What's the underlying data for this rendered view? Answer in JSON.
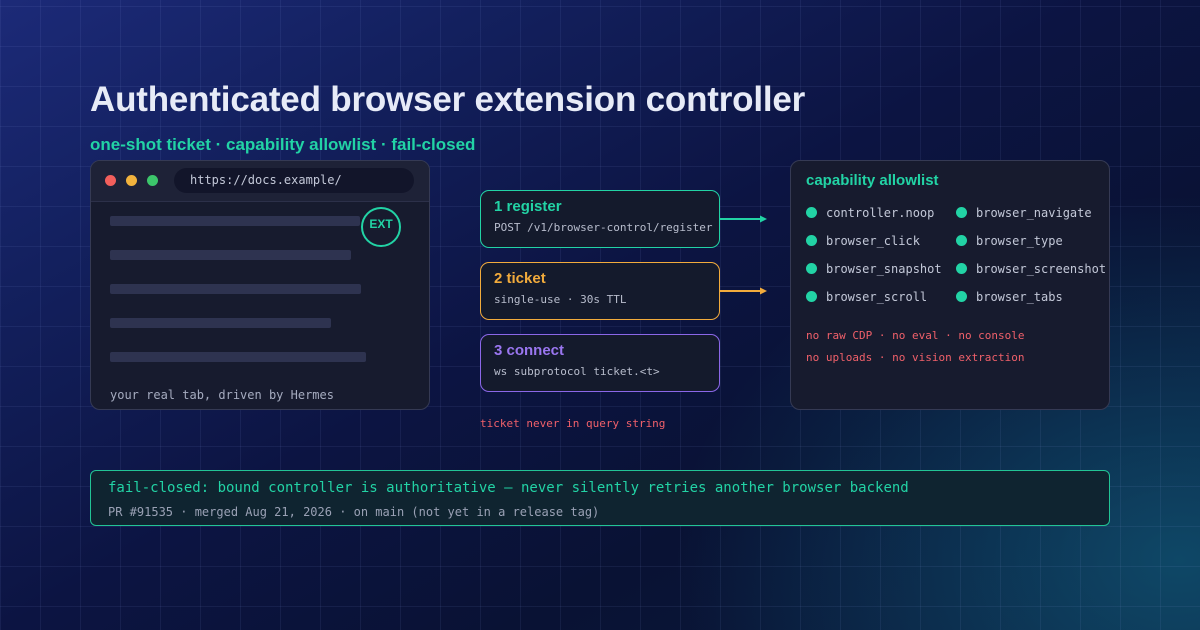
{
  "title": "Authenticated browser extension controller",
  "subtitle": "one-shot ticket · capability allowlist · fail-closed",
  "browser": {
    "url": "https://docs.example/",
    "badge": "EXT",
    "caption": "your real tab, driven by Hermes"
  },
  "steps": [
    {
      "title": "1 register",
      "desc": "POST /v1/browser-control/register",
      "color": "#22d3a5"
    },
    {
      "title": "2 ticket",
      "desc": "single-use · 30s TTL",
      "color": "#f2ab3c"
    },
    {
      "title": "3 connect",
      "desc": "ws subprotocol ticket.<t>",
      "color": "#9a76f0"
    }
  ],
  "ticket_note": "ticket never in query string",
  "capabilities": {
    "title": "capability allowlist",
    "items": [
      "controller.noop",
      "browser_navigate",
      "browser_click",
      "browser_type",
      "browser_snapshot",
      "browser_screenshot",
      "browser_scroll",
      "browser_tabs"
    ],
    "restrictions": [
      "no raw CDP · no eval · no console",
      "no uploads · no vision extraction"
    ]
  },
  "footer": {
    "main": "fail-closed: bound controller is authoritative — never silently retries another browser backend",
    "sub": "PR #91535 · merged Aug 21, 2026 · on main (not yet in a release tag)"
  },
  "colors": {
    "accent": "#22d3a5",
    "ticket": "#f2ab3c",
    "connect": "#9a76f0",
    "warning": "#f0606a"
  }
}
